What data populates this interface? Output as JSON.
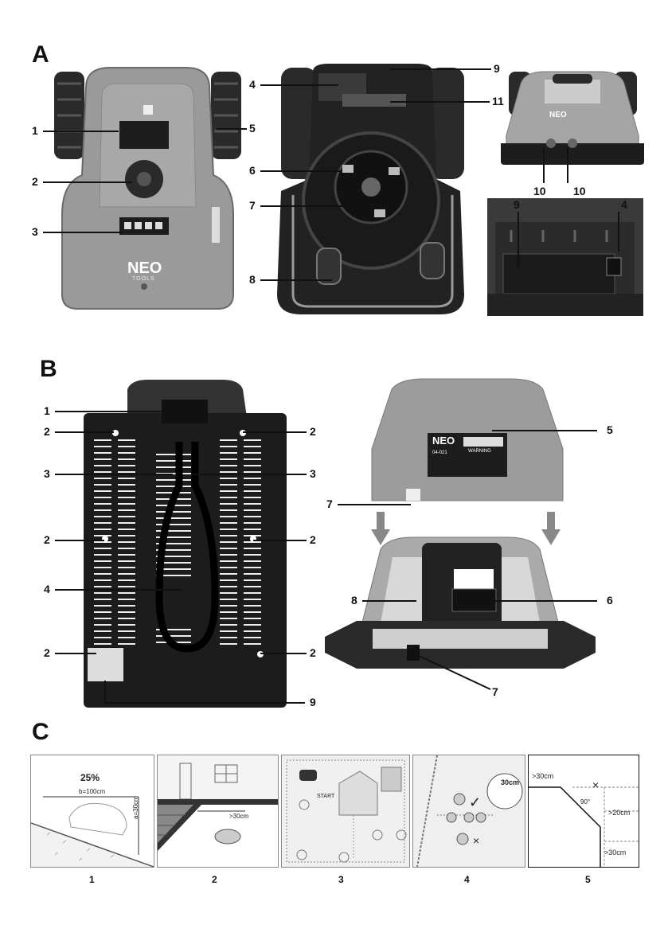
{
  "sections": {
    "a": "A",
    "b": "B",
    "c": "C"
  },
  "fig_a": {
    "labels_left": [
      "1",
      "2",
      "3"
    ],
    "label_5": "5",
    "labels_bottom": [
      "4",
      "6",
      "7",
      "8"
    ],
    "label_9": "9",
    "label_11": "11",
    "top_right_labels": [
      "10",
      "10"
    ],
    "detail_labels": [
      "9",
      "4"
    ],
    "brand": "NEO",
    "brand_sub": "TOOLS"
  },
  "fig_b": {
    "left_labels": {
      "l1": "1",
      "l2a": "2",
      "l2b": "2",
      "l2c": "2",
      "l3a": "3",
      "l3b": "3",
      "l2d": "2",
      "l2e": "2",
      "l4": "4",
      "l2f": "2",
      "l2g": "2",
      "l9": "9"
    },
    "right_labels": {
      "l5": "5",
      "l7a": "7",
      "l8": "8",
      "l6": "6",
      "l7b": "7"
    },
    "plate_brand": "NEO",
    "plate_model": "04-021",
    "plate_warning": "WARNING"
  },
  "fig_c": {
    "captions": [
      "1",
      "2",
      "3",
      "4",
      "5"
    ],
    "panel1": {
      "percent": "25%",
      "b_label": "b=100cm",
      "a_label": "a=30cm"
    },
    "panel2": {
      "dist": ">30cm"
    },
    "panel3": {
      "start": "START"
    },
    "panel4": {
      "dist": "30cm",
      "ok": "✓",
      "bad": "×"
    },
    "panel5": {
      "top": ">30cm",
      "angle": "90°",
      "mid": ">20cm",
      "bottom": ">30cm",
      "bad": "×"
    }
  }
}
